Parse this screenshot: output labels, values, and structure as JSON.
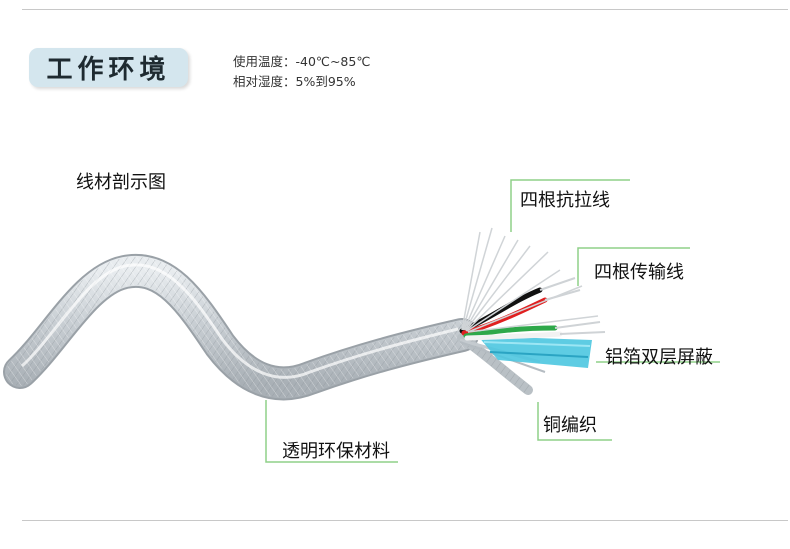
{
  "section": {
    "title": "工作环境",
    "env_lines": [
      "使用温度：-40℃~85℃",
      "相对湿度：5%到95%"
    ]
  },
  "diagram": {
    "title": "线材剖示图",
    "labels": {
      "aramid": "四根抗拉线",
      "transmission": "四根传输线",
      "foil": "铝箔双层屏蔽",
      "braid": "铜编织",
      "jacket": "透明环保材料"
    }
  },
  "colors": {
    "callout_line": "#8fd089",
    "title_box": "#d4e6ee",
    "foil": "#4cc6e0",
    "wire_red": "#e02020",
    "wire_black": "#111111",
    "wire_green": "#2ea84a",
    "wire_white": "#f2f2f2"
  }
}
